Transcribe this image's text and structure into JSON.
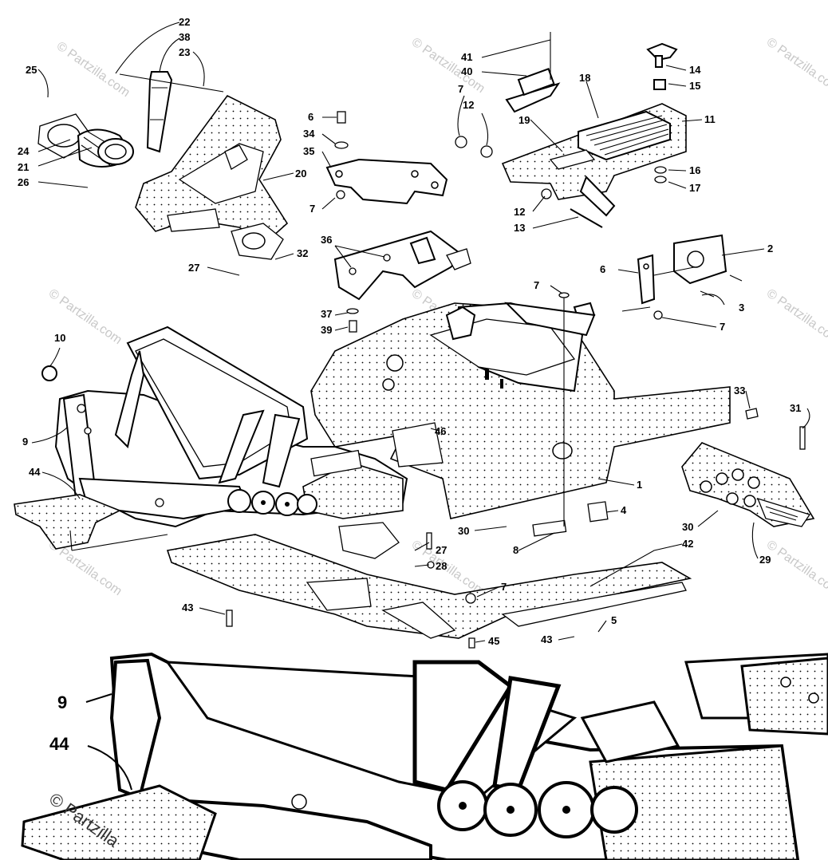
{
  "diagram": {
    "callouts": {
      "c1": "1",
      "c2": "2",
      "c3": "3",
      "c4": "4",
      "c5": "5",
      "c6a": "6",
      "c6b": "6",
      "c7a": "7",
      "c7b": "7",
      "c7c": "7",
      "c7d": "7",
      "c7e": "7",
      "c8": "8",
      "c9": "9",
      "c10": "10",
      "c11": "11",
      "c12a": "12",
      "c12b": "12",
      "c13": "13",
      "c14": "14",
      "c15": "15",
      "c16": "16",
      "c17": "17",
      "c18": "18",
      "c19": "19",
      "c20": "20",
      "c21": "21",
      "c22": "22",
      "c23": "23",
      "c24": "24",
      "c25": "25",
      "c26": "26",
      "c27a": "27",
      "c27b": "27",
      "c28": "28",
      "c29": "29",
      "c30a": "30",
      "c30b": "30",
      "c31": "31",
      "c32": "32",
      "c33": "33",
      "c34": "34",
      "c35": "35",
      "c36": "36",
      "c37": "37",
      "c38": "38",
      "c39": "39",
      "c40": "40",
      "c41": "41",
      "c42": "42",
      "c43a": "43",
      "c43b": "43",
      "c44": "44",
      "c45": "45",
      "c46": "46"
    },
    "watermark": "© Partzilla.com"
  },
  "zoom": {
    "callouts": {
      "z9": "9",
      "z44": "44"
    },
    "watermark": "© Partzilla"
  }
}
